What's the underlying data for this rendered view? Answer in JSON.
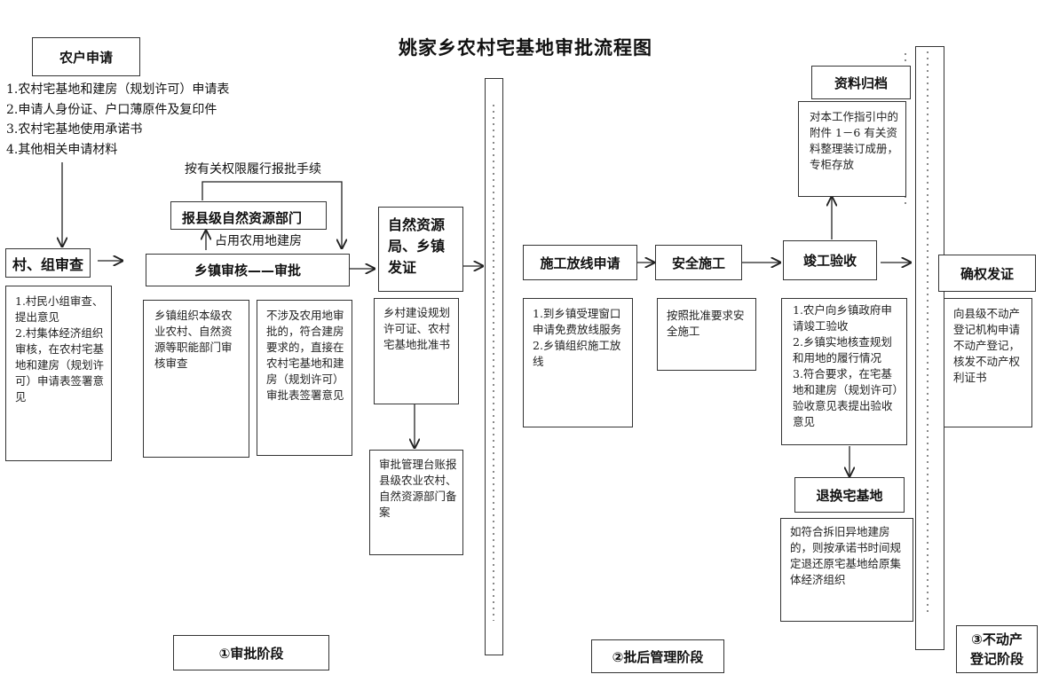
{
  "title": "姚家乡农村宅基地审批流程图",
  "farmer_apply": {
    "header": "农户申请",
    "items": [
      "1.农村宅基地和建房（规划许可）申请表",
      "2.申请人身份证、户口薄原件及复印件",
      "3.农村宅基地使用承诺书",
      "4.其他相关申请材料"
    ]
  },
  "village_review": {
    "header": "村、组审查",
    "detail": "1.村民小组审查、提出意见\n2.村集体经济组织审核，在农村宅基地和建房（规划许可）申请表签署意见"
  },
  "report_note": "按有关权限履行报批手续",
  "county_dept": "报县级自然资源部门",
  "farmland_note": "占用农用地建房",
  "township_review": {
    "header": "乡镇审核——审批",
    "left_detail": "乡镇组织本级农业农村、自然资源等职能部门审核审查",
    "right_detail": "不涉及农用地审批的，符合建房要求的，直接在农村宅基地和建房（规划许可）审批表签署意见"
  },
  "issue_permit": {
    "header": "自然资源局、乡镇发证",
    "detail": "乡村建设规划许可证、农村宅基地批准书",
    "ledger": "审批管理台账报县级农业农村、自然资源部门备案"
  },
  "layout_apply": {
    "header": "施工放线申请",
    "detail": "1.到乡镇受理窗口申请免费放线服务\n2.乡镇组织施工放线"
  },
  "safe_build": {
    "header": "安全施工",
    "detail": "按照批准要求安全施工"
  },
  "archive": {
    "header": "资料归档",
    "detail": "对本工作指引中的附件 1－6 有关资料整理装订成册，专柜存放"
  },
  "acceptance": {
    "header": "竣工验收",
    "detail": "1.农户向乡镇政府申请竣工验收\n2.乡镇实地核查规划和用地的履行情况\n3.符合要求，在宅基地和建房（规划许可）验收意见表提出验收意见"
  },
  "return_land": {
    "header": "退换宅基地",
    "detail": "如符合拆旧异地建房的，则按承诺书时间规定退还原宅基地给原集体经济组织"
  },
  "certify": {
    "header": "确权发证",
    "detail": "向县级不动产登记机构申请不动产登记，核发不动产权利证书"
  },
  "stages": {
    "stage1": "①审批阶段",
    "stage2": "②批后管理阶段",
    "stage3": "③不动产登记阶段"
  }
}
